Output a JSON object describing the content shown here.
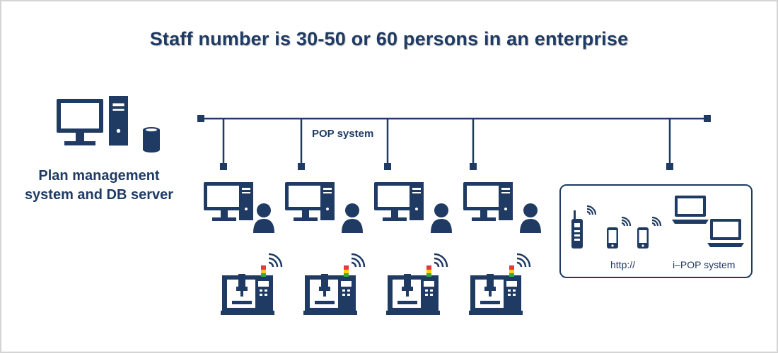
{
  "diagram": {
    "title": "Staff number is 30-50 or 60 persons in an enterprise",
    "server_label_line1": "Plan management",
    "server_label_line2": "system and DB server",
    "network_label": "POP system",
    "mobile_label": "http://",
    "ipop_label": "i–POP system"
  },
  "colors": {
    "primary": "#1f3b63",
    "signal_red": "#e53935",
    "signal_yellow": "#ffd200",
    "signal_green": "#3aa935"
  },
  "icons": [
    "desktop-computer-icon",
    "database-icon",
    "user-icon",
    "machine-tool-icon",
    "wireless-signal-icon",
    "cordless-phone-icon",
    "smartphone-icon",
    "laptop-icon"
  ]
}
